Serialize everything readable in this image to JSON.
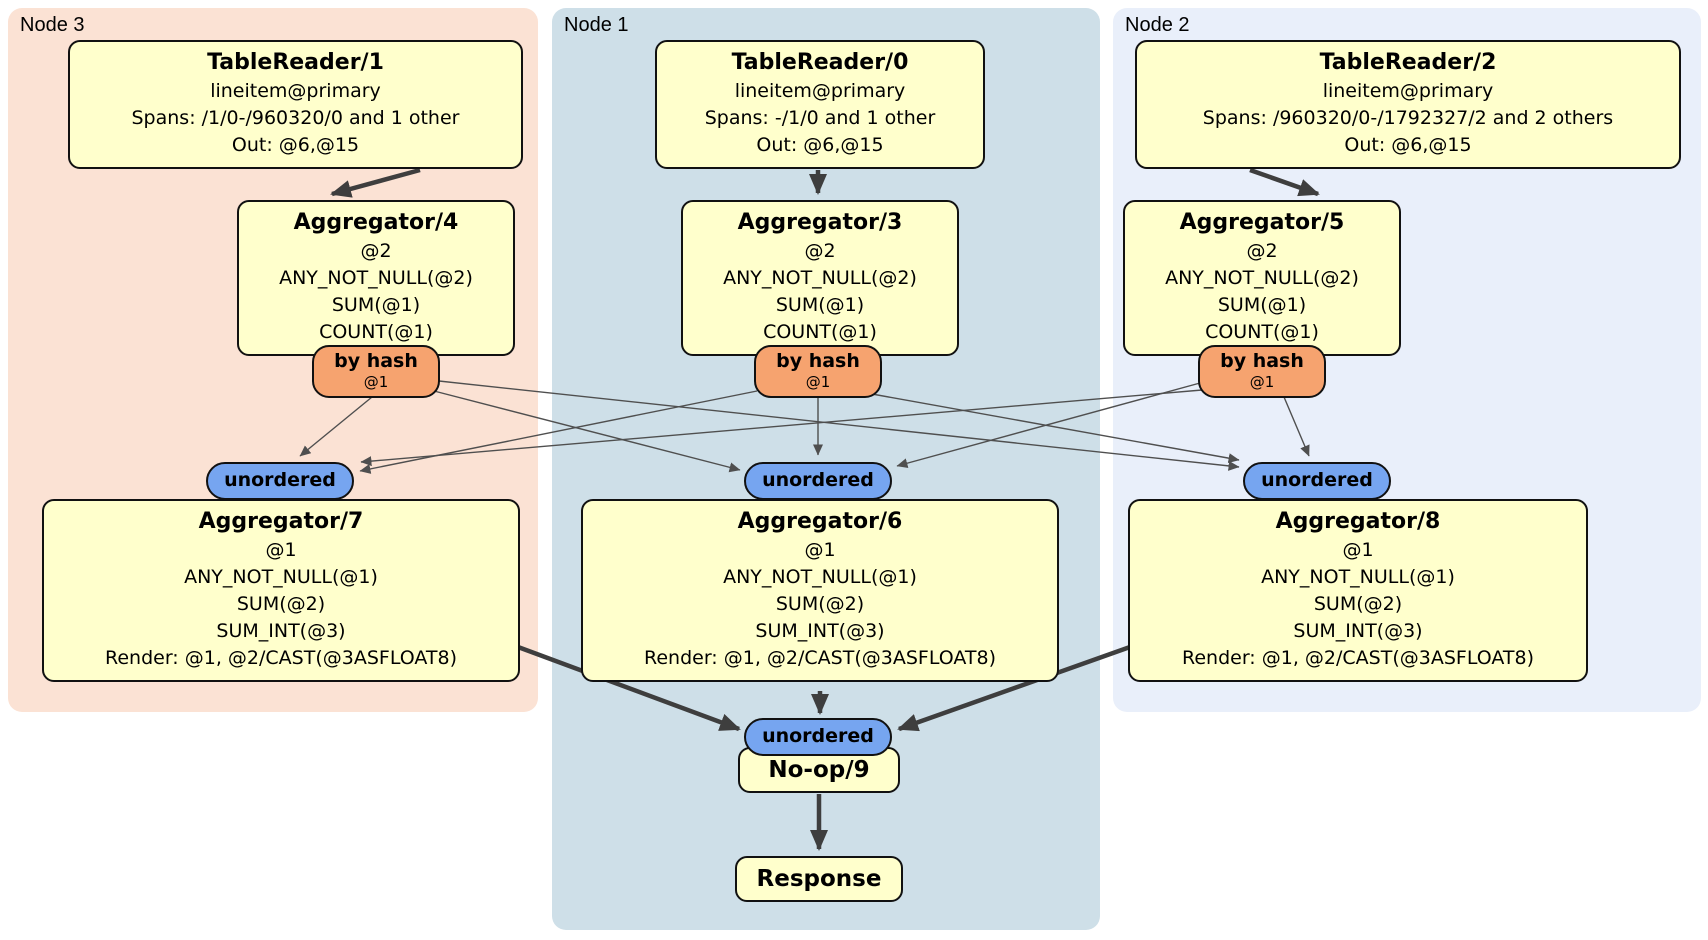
{
  "colors": {
    "node3_bg": "#fbe2d4",
    "node1_bg": "#cedfe8",
    "node2_bg": "#e9effa",
    "processor_fill": "#ffffcc",
    "processor_border": "#111111",
    "router_fill": "#f6a36f",
    "sync_fill": "#76a5f0",
    "edge_thin": "#4f4f4f",
    "edge_thick": "#3e3e3e"
  },
  "groups": [
    {
      "label": "Node 3",
      "table_reader": {
        "title": "TableReader/1",
        "lines": [
          "lineitem@primary",
          "Spans: /1/0-/960320/0 and 1 other",
          "Out: @6,@15"
        ]
      },
      "top_aggregator": {
        "title": "Aggregator/4",
        "lines": [
          "@2",
          "ANY_NOT_NULL(@2)",
          "SUM(@1)",
          "COUNT(@1)"
        ]
      },
      "router": {
        "label": "by hash",
        "key": "@1"
      },
      "sync": {
        "label": "unordered"
      },
      "bottom_aggregator": {
        "title": "Aggregator/7",
        "lines": [
          "@1",
          "ANY_NOT_NULL(@1)",
          "SUM(@2)",
          "SUM_INT(@3)",
          "Render: @1, @2/CAST(@3ASFLOAT8)"
        ]
      }
    },
    {
      "label": "Node 1",
      "table_reader": {
        "title": "TableReader/0",
        "lines": [
          "lineitem@primary",
          "Spans: -/1/0 and 1 other",
          "Out: @6,@15"
        ]
      },
      "top_aggregator": {
        "title": "Aggregator/3",
        "lines": [
          "@2",
          "ANY_NOT_NULL(@2)",
          "SUM(@1)",
          "COUNT(@1)"
        ]
      },
      "router": {
        "label": "by hash",
        "key": "@1"
      },
      "sync": {
        "label": "unordered"
      },
      "bottom_aggregator": {
        "title": "Aggregator/6",
        "lines": [
          "@1",
          "ANY_NOT_NULL(@1)",
          "SUM(@2)",
          "SUM_INT(@3)",
          "Render: @1, @2/CAST(@3ASFLOAT8)"
        ]
      }
    },
    {
      "label": "Node 2",
      "table_reader": {
        "title": "TableReader/2",
        "lines": [
          "lineitem@primary",
          "Spans: /960320/0-/1792327/2 and 2 others",
          "Out: @6,@15"
        ]
      },
      "top_aggregator": {
        "title": "Aggregator/5",
        "lines": [
          "@2",
          "ANY_NOT_NULL(@2)",
          "SUM(@1)",
          "COUNT(@1)"
        ]
      },
      "router": {
        "label": "by hash",
        "key": "@1"
      },
      "sync": {
        "label": "unordered"
      },
      "bottom_aggregator": {
        "title": "Aggregator/8",
        "lines": [
          "@1",
          "ANY_NOT_NULL(@1)",
          "SUM(@2)",
          "SUM_INT(@3)",
          "Render: @1, @2/CAST(@3ASFLOAT8)"
        ]
      }
    }
  ],
  "final": {
    "sync": {
      "label": "unordered"
    },
    "noop": {
      "title": "No-op/9"
    },
    "response": {
      "title": "Response"
    }
  }
}
